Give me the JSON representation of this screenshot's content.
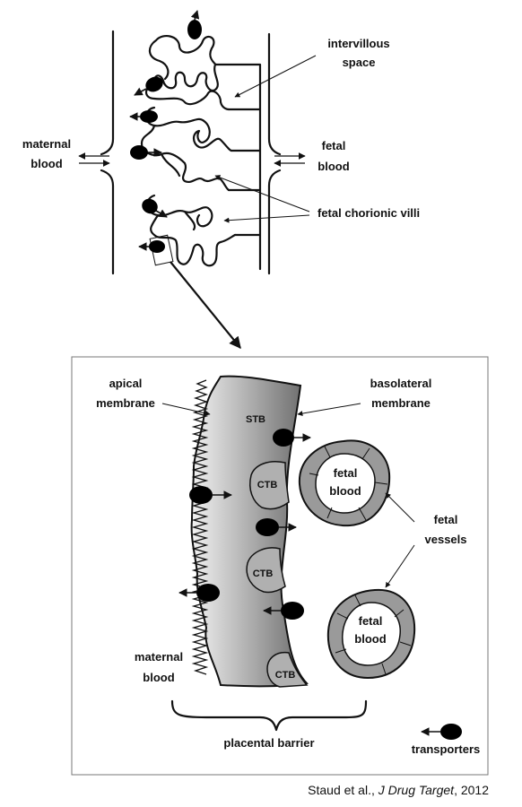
{
  "top_labels": {
    "intervillous_space": [
      "intervillous",
      "space"
    ],
    "maternal_blood": [
      "maternal",
      "blood"
    ],
    "fetal_blood": [
      "fetal",
      "blood"
    ],
    "fetal_chorionic_villi": "fetal chorionic villi"
  },
  "bottom_labels": {
    "apical_membrane": [
      "apical",
      "membrane"
    ],
    "basolateral_membrane": [
      "basolateral",
      "membrane"
    ],
    "stb": "STB",
    "ctb": "CTB",
    "fetal_blood": [
      "fetal",
      "blood"
    ],
    "fetal_vessels": [
      "fetal",
      "vessels"
    ],
    "maternal_blood": [
      "maternal",
      "blood"
    ],
    "placental_barrier": "placental barrier",
    "transporters": "transporters"
  },
  "citation": {
    "authors": "Staud et al., ",
    "journal": "J Drug Target",
    "year": ", 2012"
  },
  "colors": {
    "line": "#111111",
    "transporter": "#000000",
    "ctb_fill": "#b0b0b0",
    "vessel_fill": "#9a9a9a",
    "panel_border": "#777777"
  }
}
